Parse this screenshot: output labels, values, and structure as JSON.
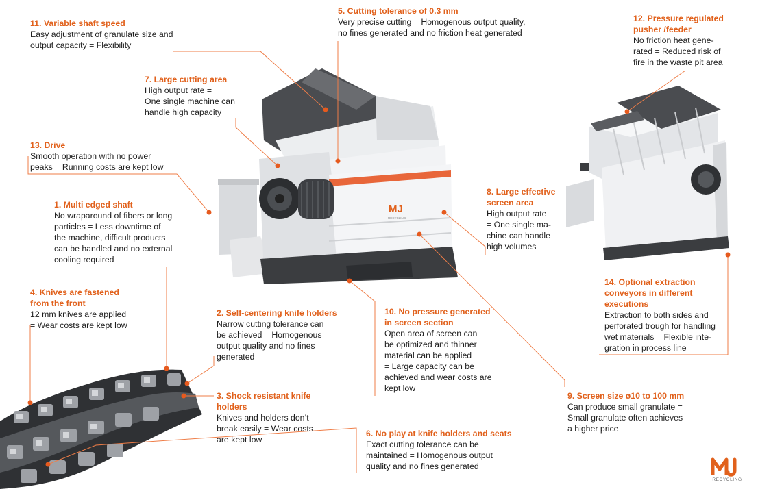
{
  "callouts": [
    {
      "id": "c11",
      "title": "11. Variable shaft speed",
      "body": "Easy adjustment of granulate size and\noutput capacity = Flexibility"
    },
    {
      "id": "c5",
      "title": "5. Cutting tolerance of 0.3 mm",
      "body": "Very precise cutting = Homogenous output quality,\nno fines generated and no friction heat generated"
    },
    {
      "id": "c12",
      "title": "12. Pressure regulated\npusher /feeder",
      "body": "No friction heat gene-\nrated = Reduced risk of\nfire in the waste pit area"
    },
    {
      "id": "c7",
      "title": "7. Large cutting area",
      "body": "High output rate =\nOne single machine can\nhandle high capacity"
    },
    {
      "id": "c13",
      "title": "13. Drive",
      "body": "Smooth operation with no power\npeaks = Running costs are kept low"
    },
    {
      "id": "c1",
      "title": "1. Multi edged shaft",
      "body": "No wraparound of fibers or long\nparticles = Less downtime of\nthe machine, difficult products\ncan be handled and no external\ncooling required"
    },
    {
      "id": "c8",
      "title": "8. Large effective\nscreen area",
      "body": "High output rate\n= One single ma-\nchine can handle\nhigh volumes"
    },
    {
      "id": "c4",
      "title": "4. Knives are fastened\nfrom the front",
      "body": "12 mm knives are applied\n= Wear costs are kept low"
    },
    {
      "id": "c14",
      "title": "14. Optional extraction\nconveyors in different\nexecutions",
      "body": "Extraction to both sides and\nperforated trough for handling\nwet materials = Flexible inte-\ngration in process line"
    },
    {
      "id": "c2",
      "title": "2. Self-centering knife holders",
      "body": "Narrow cutting tolerance can\nbe achieved = Homogenous\noutput quality and no fines\ngenerated"
    },
    {
      "id": "c10",
      "title": "10. No pressure generated\nin screen section",
      "body": "Open area of screen can\nbe optimized and thinner\nmaterial can be applied\n= Large capacity can be\nachieved and wear costs are\nkept low"
    },
    {
      "id": "c9",
      "title": "9. Screen size ø10 to 100 mm",
      "body": "Can produce small granulate =\nSmall granulate often achieves\na higher price"
    },
    {
      "id": "c3",
      "title": "3. Shock resistant knife\nholders",
      "body": "Knives and holders don’t\nbreak easily = Wear costs\nare kept low"
    },
    {
      "id": "c6",
      "title": "6. No play at knife holders and seats",
      "body": "Exact cutting tolerance can be\nmaintained = Homogenous output\nquality and no fines generated"
    }
  ],
  "logo": {
    "mark": "MJ",
    "sub": "RECYCLING"
  },
  "colors": {
    "accent": "#e1611c",
    "text": "#1e1e1e",
    "machine_body": "#f1f2f4",
    "machine_dark": "#4a4c50"
  }
}
